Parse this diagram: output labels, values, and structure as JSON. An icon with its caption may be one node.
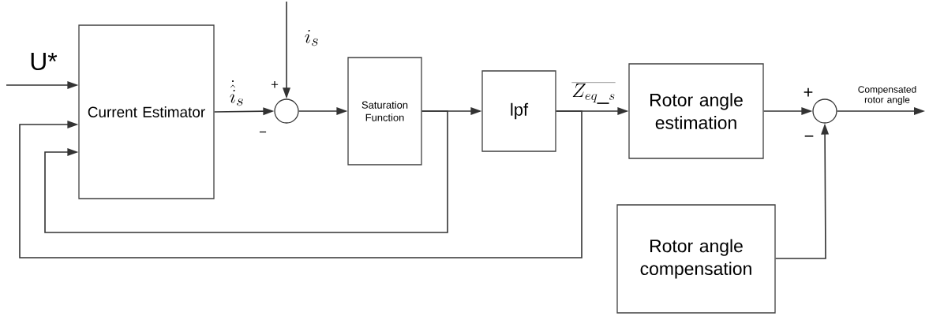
{
  "diagram": {
    "nodes": [
      {
        "text": [
          "Current Estimator"
        ]
      },
      {
        "text": [],
        "shape": "circle"
      },
      {
        "text": [
          "Saturation Function"
        ]
      },
      {
        "text": [
          "lpf"
        ]
      },
      {
        "text": [
          "Rotor angle estimation"
        ]
      },
      {
        "text": [],
        "shape": "circle"
      },
      {
        "text": [
          "Rotor angle compensation"
        ]
      }
    ],
    "edges": [
      {
        "from": null,
        "to": 0,
        "arrow": "to",
        "label": "U*"
      },
      {
        "from": 0,
        "to": 1,
        "arrow": "to",
        "label": "\\dot{\\hat{i}}_s"
      },
      {
        "from": null,
        "to": 1,
        "arrow": "to",
        "label": "i_s"
      },
      {
        "from": 1,
        "to": 2,
        "arrow": "to"
      },
      {
        "from": 2,
        "to": 3,
        "arrow": "to"
      },
      {
        "from": 3,
        "to": 4,
        "arrow": "to",
        "label": "\\overline{Z_{eq\\_s}}"
      },
      {
        "from": 4,
        "to": 5,
        "arrow": "to"
      },
      {
        "from": 5,
        "to": null,
        "arrow": "to",
        "label": "Compensated rotor angle"
      },
      {
        "from": 6,
        "to": 5,
        "arrow": "to"
      },
      {
        "from": 2,
        "to": 0,
        "arrow": "to"
      },
      {
        "from": 3,
        "to": 0,
        "arrow": "to"
      }
    ],
    "labels": [
      "+",
      "−",
      "+",
      "−"
    ]
  }
}
